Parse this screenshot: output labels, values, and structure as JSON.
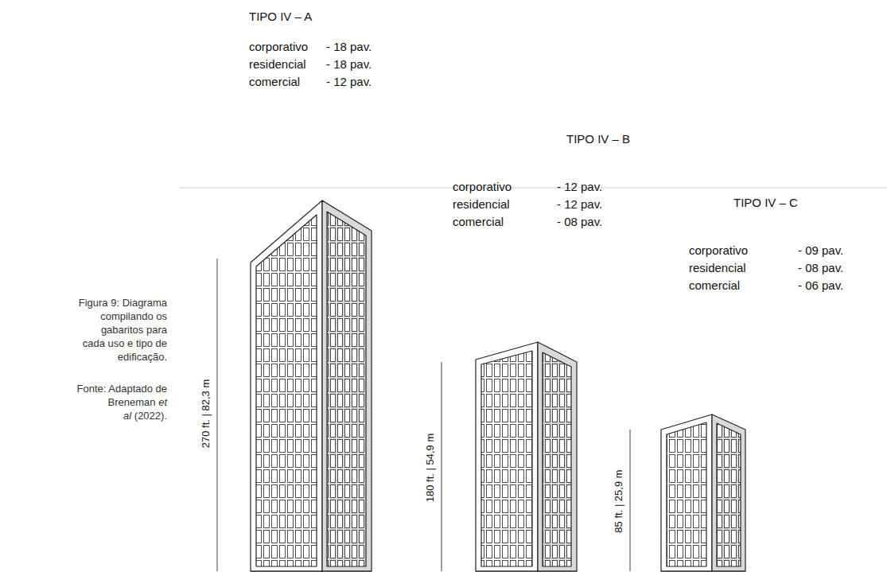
{
  "diagram": {
    "caption": "Figura 9: Diagrama compilando os gabaritos para cada uso e tipo de edificação.",
    "labels": [
      "TIPO IV – A",
      "corporativo",
      "- 18 pav.",
      "residencial",
      "- 18 pav.",
      "comercial",
      "- 12 pav.",
      "TIPO IV – B",
      "corporativo",
      "- 12 pav.",
      "residencial",
      "- 12 pav.",
      "comercial",
      "- 08 pav.",
      "TIPO IV – C",
      "corporativo",
      "- 09 pav.",
      "residencial",
      "- 08 pav.",
      "comercial",
      "- 06 pav.",
      "270 ft. | 82,3 m",
      "180 ft. | 54,9 m",
      "85 ft. | 25,9 m",
      "Fonte: Adaptado de Breneman",
      "et al",
      "(2022)."
    ]
  }
}
